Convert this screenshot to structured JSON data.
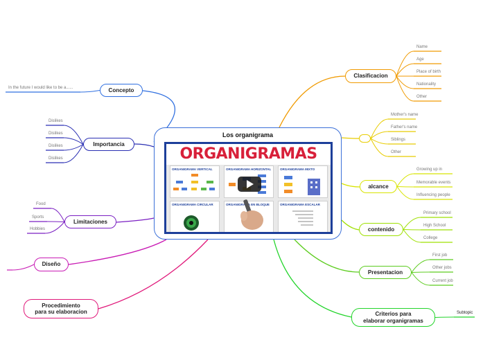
{
  "central": {
    "title": "Los organigrama",
    "video": {
      "title": "ORGANIGRAMAS",
      "cards": [
        "ORGANIGRAMA VERTICAL",
        "ORGANIGRAMA HORIZONTAL",
        "ORGANIGRAMA MIXTO",
        "ORGANIGRAMA CIRCULAR",
        "ORGANIGRAMA EN BLOQUE",
        "ORGANIGRAMA ESCALAR"
      ],
      "play_icon": "play-icon"
    }
  },
  "topics": [
    {
      "id": "concepto",
      "label": "Concepto",
      "color": "#2f6fe0",
      "leaves": [
        "In the future I would like to be a......"
      ]
    },
    {
      "id": "importancia",
      "label": "Importancia",
      "color": "#2a2fb3",
      "leaves": [
        "Dislikes",
        "Dislikes",
        "Dislikes",
        "Dislikes"
      ]
    },
    {
      "id": "limitaciones",
      "label": "Limitaciones",
      "color": "#7a1fc2",
      "leaves": [
        "Food",
        "Sports",
        "Hobbies"
      ]
    },
    {
      "id": "diseno",
      "label": "Diseño",
      "color": "#c81ab4",
      "leaves": [
        ""
      ]
    },
    {
      "id": "procedimiento",
      "label": "Procedimiento\npara su elaboracion",
      "color": "#e0187a",
      "leaves": []
    },
    {
      "id": "clasificacion",
      "label": "Clasificacion",
      "color": "#f09a00",
      "leaves": [
        "Name",
        "Age",
        "Place of birth",
        "Nationality",
        "Other"
      ]
    },
    {
      "id": "sin-titulo",
      "label": "",
      "color": "#e8cc00",
      "leaves": [
        "Mother's name",
        "Father's name",
        "Siblings",
        "Other"
      ]
    },
    {
      "id": "alcance",
      "label": "alcance",
      "color": "#d8e400",
      "leaves": [
        "Growing up in",
        "Memorable events",
        "Influencing people"
      ]
    },
    {
      "id": "contenido",
      "label": "contenido",
      "color": "#9ee000",
      "leaves": [
        "Primary school",
        "High School",
        "College"
      ]
    },
    {
      "id": "presentacion",
      "label": "Presentacion",
      "color": "#5ccc1e",
      "leaves": [
        "First job",
        "Other jobs",
        "Current job"
      ]
    },
    {
      "id": "criterios",
      "label": "Criterios para\nelaborar organigramas",
      "color": "#22d42a",
      "leaves": [
        "Subtopic"
      ]
    }
  ]
}
